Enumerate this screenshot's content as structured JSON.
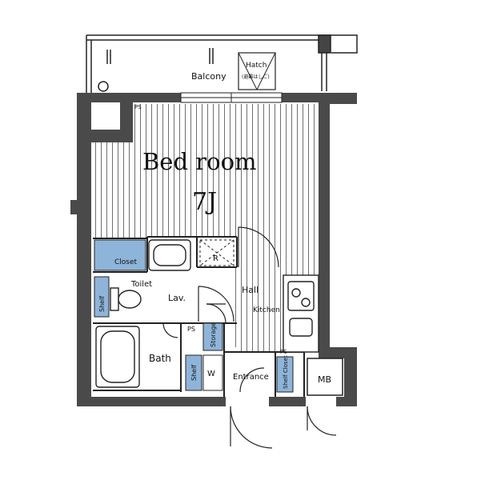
{
  "plan": {
    "rooms": {
      "bedroom_title": "Bed room",
      "bedroom_size": "7J",
      "balcony": "Balcony",
      "hatch_title": "Hatch",
      "hatch_note": "(避難はしご)",
      "closet": "Closet",
      "toilet": "Toilet",
      "lav": "Lav.",
      "hall": "Hall",
      "kitchen": "Kitchen",
      "bath": "Bath",
      "entrance": "Entrance",
      "mb": "MB",
      "shelf": "Shelf",
      "storage": "Storage",
      "shelf_closet": "Shelf Closet",
      "ps": "PS",
      "w": "W",
      "r": "R"
    },
    "colors": {
      "wall": "#4a4a4a",
      "blue_fill": "#8fb4d9",
      "line": "#222222",
      "floor_line": "#777777"
    }
  }
}
